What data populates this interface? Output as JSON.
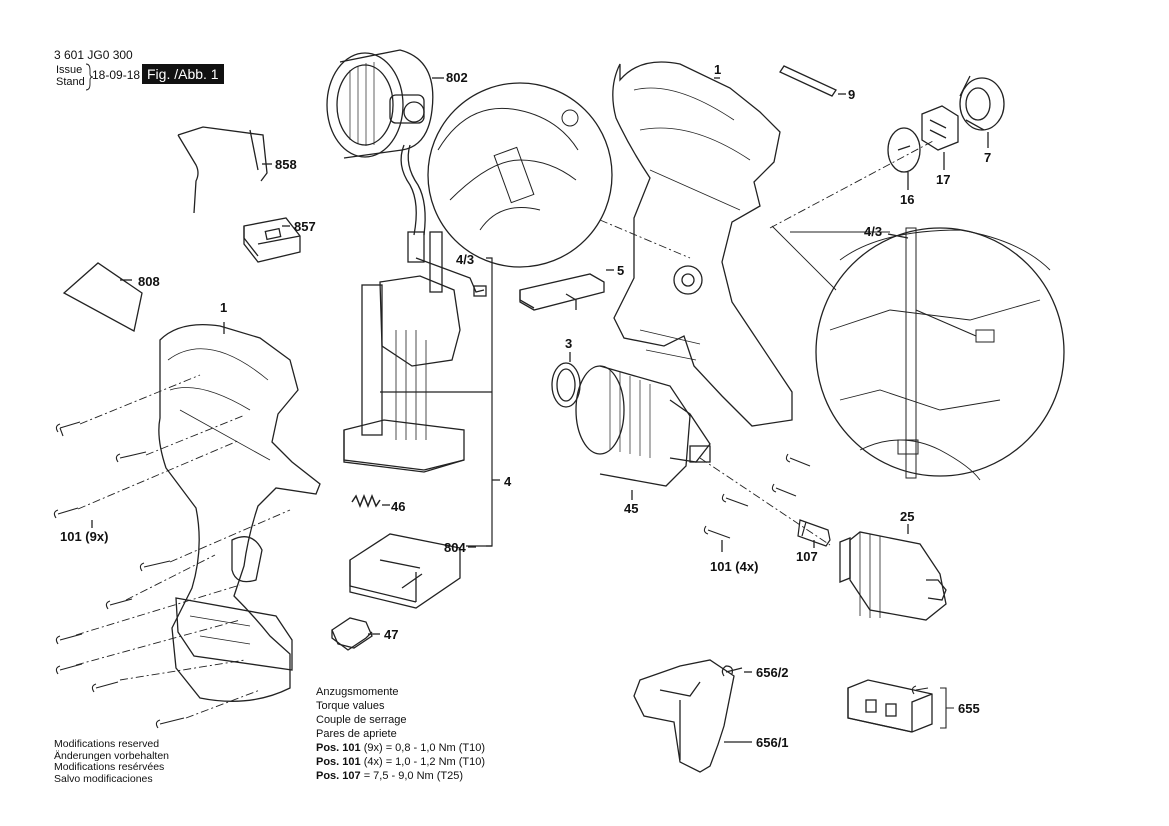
{
  "header": {
    "doc_number": "3 601 JG0 300",
    "issue_label": "Issue",
    "stand_label": "Stand",
    "date": "18-09-18",
    "figure_label": "Fig. /Abb. 1"
  },
  "parts": {
    "p802": "802",
    "p858": "858",
    "p857": "857",
    "p808": "808",
    "p1_left": "1",
    "p101_9x": "101 (9x)",
    "p4_3_mid": "4/3",
    "p4": "4",
    "p46": "46",
    "p804": "804",
    "p47": "47",
    "p1_right": "1",
    "p9": "9",
    "p7": "7",
    "p17": "17",
    "p16": "16",
    "p4_3_right": "4/3",
    "p5": "5",
    "p3": "3",
    "p45": "45",
    "p101_4x": "101 (4x)",
    "p107": "107",
    "p25": "25",
    "p656_2": "656/2",
    "p656_1": "656/1",
    "p655": "655"
  },
  "torque": {
    "lines": [
      "Anzugsmomente",
      "Torque values",
      "Couple de serrage",
      "Pares de apriete"
    ],
    "specs": [
      {
        "pos": "Pos. 101",
        "value": "(9x) = 0,8 - 1,0 Nm (T10)"
      },
      {
        "pos": "Pos. 101",
        "value": "(4x) = 1,0 - 1,2 Nm (T10)"
      },
      {
        "pos": "Pos. 107",
        "value": "= 7,5 - 9,0 Nm (T25)"
      }
    ]
  },
  "modifications": [
    "Modifications reserved",
    "Änderungen vorbehalten",
    "Modifications resérvées",
    "Salvo modificaciones"
  ]
}
